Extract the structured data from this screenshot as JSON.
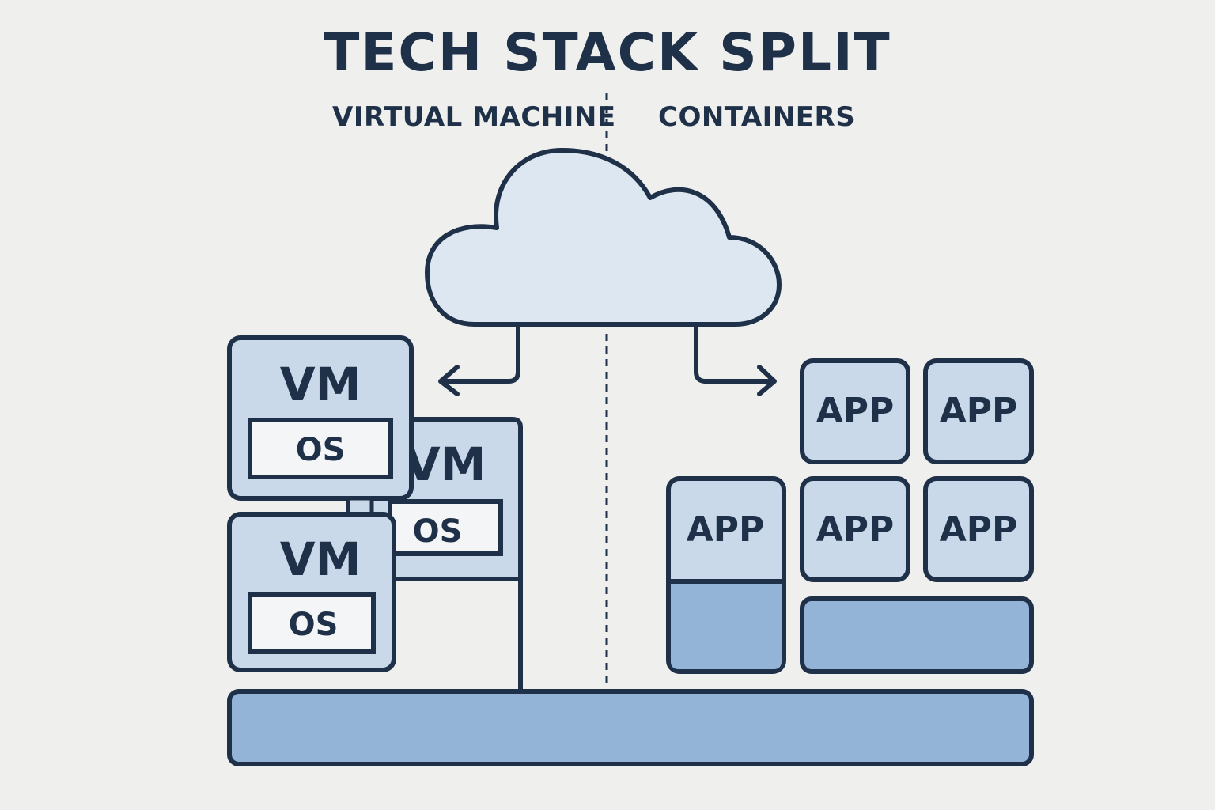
{
  "header": {
    "title": "TECH STACK SPLIT",
    "left_label": "VIRTUAL MACHINE",
    "right_label": "CONTAINERS"
  },
  "virtual_machine": {
    "vms": [
      {
        "label": "VM",
        "os_label": "OS"
      },
      {
        "label": "VM",
        "os_label": "OS"
      },
      {
        "label": "VM",
        "os_label": "OS"
      }
    ]
  },
  "containers": {
    "apps": [
      {
        "label": "APP"
      },
      {
        "label": "APP"
      },
      {
        "label": "APP"
      },
      {
        "label": "APP"
      },
      {
        "label": "APP"
      }
    ]
  },
  "colors": {
    "background": "#efefee",
    "stroke": "#1f3049",
    "cloud_fill": "#dce7f2",
    "box_fill": "#c9d9ea",
    "layer_fill": "#93b3d7",
    "os_fill": "#f4f5f6"
  },
  "icons": {
    "cloud": "cloud-icon"
  }
}
